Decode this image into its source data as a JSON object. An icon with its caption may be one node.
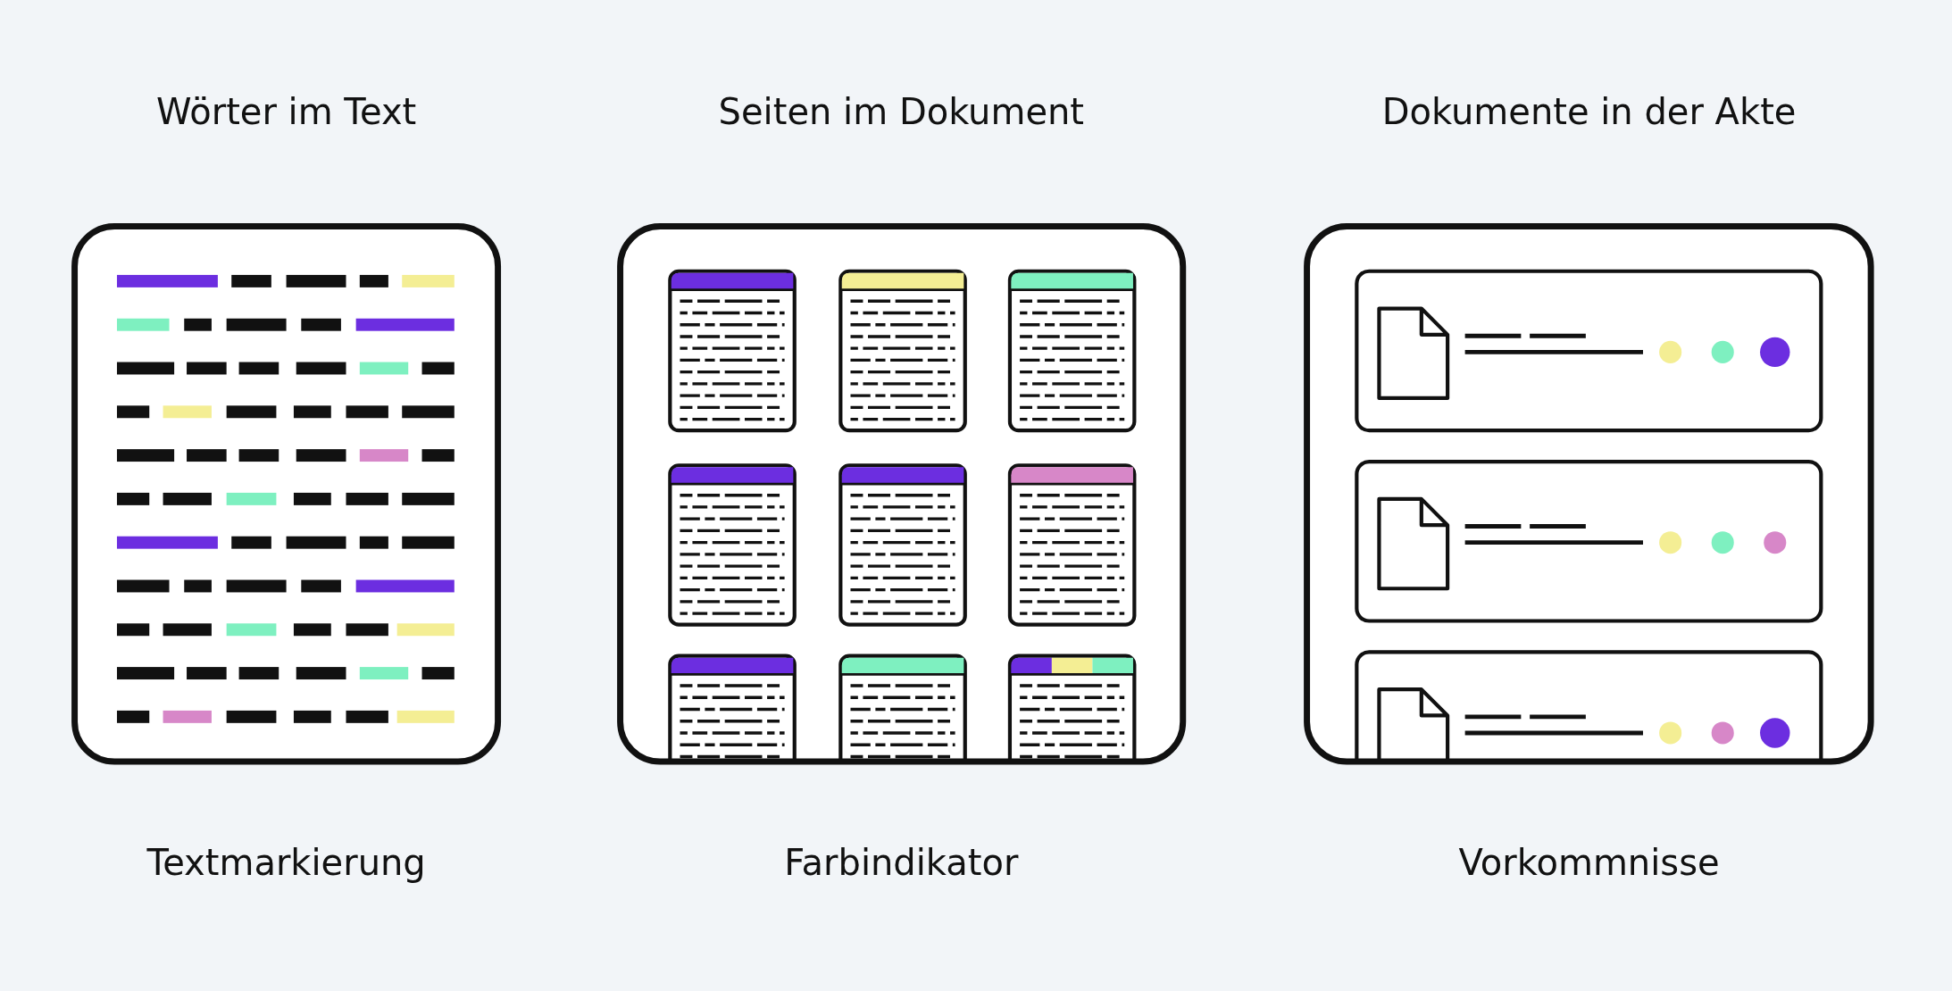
{
  "diagram": {
    "nodes": [
      {
        "text": [
          "Wörter im Text",
          "Textmarkierung"
        ]
      },
      {
        "text": [
          "Seiten im Dokument",
          "Farbindikator"
        ]
      },
      {
        "text": [
          "Dokumente in der Akte",
          "Vorkommnisse"
        ]
      }
    ]
  }
}
